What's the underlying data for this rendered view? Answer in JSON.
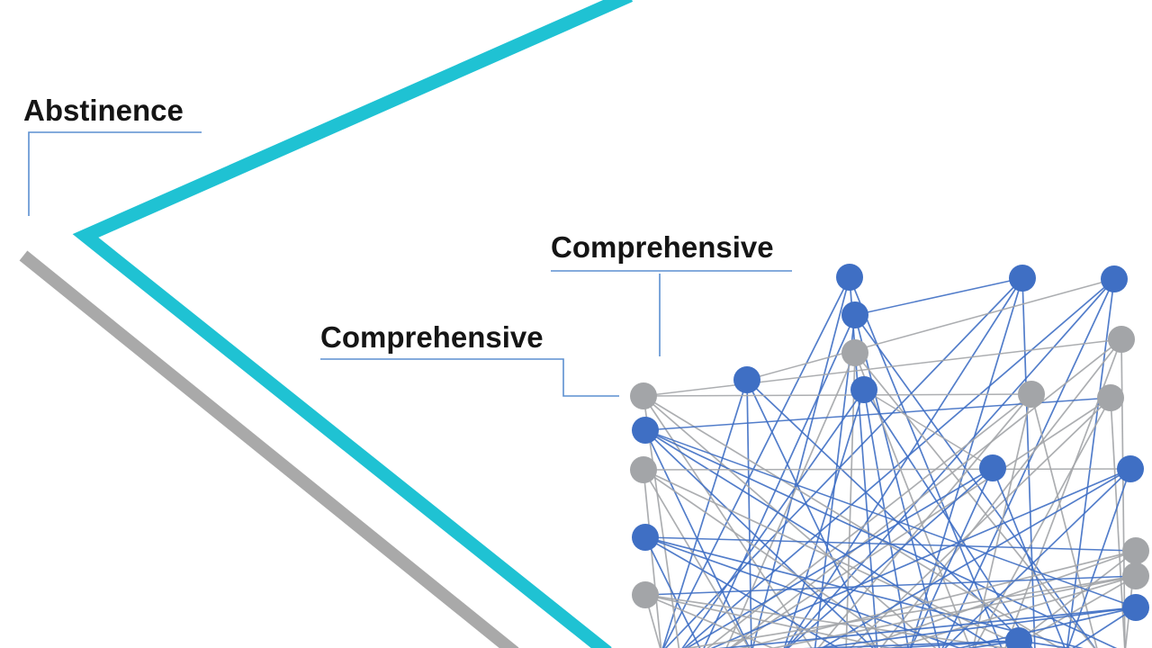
{
  "labels": {
    "abstinence": "Abstinence",
    "comprehensive_top": "Comprehensive",
    "comprehensive_mid": "Comprehensive"
  },
  "colors": {
    "background": "#ffffff",
    "cyan_line": "#1fc2d3",
    "gray_line": "#a9a9a9",
    "callout_line": "#5b8fd0",
    "network_blue": "#3f6fc4",
    "network_gray": "#a3a5a8",
    "label_text": "#151515"
  },
  "icons": {
    "network": "node-link-network"
  }
}
